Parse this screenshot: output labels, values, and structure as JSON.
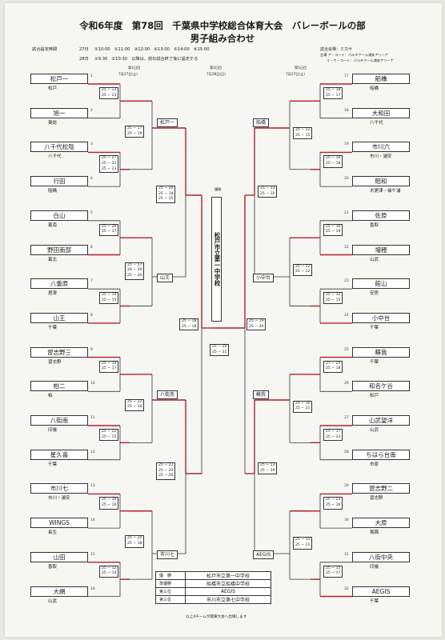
{
  "header": {
    "title": "令和6年度　第78回　千葉県中学校総合体育大会　バレーボールの部",
    "subtitle": "男子組み合わせ",
    "schedule_label": "試合設定時間",
    "day27": "27日",
    "day27_times": "①10:00　②11:00　③12:00　④13:00　⑤14:00　⑥15:00",
    "day28": "28日",
    "day28_times": "①9:30　②10:30　以降は、前の試合終了後に設定する",
    "venue_label": "試合会場：ミカサ",
    "venue_a": "会場 ア・コート：パルテクール浦安アリーナ",
    "venue_b": "イ・ウ・コート：パルテクール浦安アリーナ",
    "day1_left": "第1日目",
    "date1_left": "7月27日(土)",
    "day2": "第2日目",
    "date2": "7月28日(日)",
    "day1_right": "第1日目",
    "date1_right": "7月27日(土)"
  },
  "left_teams": [
    {
      "name": "松戸一",
      "school": "松戸"
    },
    {
      "name": "旭一",
      "school": "東総"
    },
    {
      "name": "八千代松陰",
      "school": "八千代"
    },
    {
      "name": "行田",
      "school": "船橋"
    },
    {
      "name": "白山",
      "school": "葛南"
    },
    {
      "name": "野田南部",
      "school": "葛北"
    },
    {
      "name": "八重原",
      "school": "君津"
    },
    {
      "name": "山王",
      "school": "千葉"
    },
    {
      "name": "習志野三",
      "school": "習志野"
    },
    {
      "name": "柏二",
      "school": "柏"
    },
    {
      "name": "八街南",
      "school": "印旛"
    },
    {
      "name": "星久喜",
      "school": "千葉"
    },
    {
      "name": "市川七",
      "school": "市川・浦安"
    },
    {
      "name": "WINGS",
      "school": "長生"
    },
    {
      "name": "山田",
      "school": "香取"
    },
    {
      "name": "大網",
      "school": "山武"
    }
  ],
  "right_teams": [
    {
      "name": "船橋",
      "school": "船橋"
    },
    {
      "name": "大和田",
      "school": "八千代"
    },
    {
      "name": "市川六",
      "school": "市川・浦安"
    },
    {
      "name": "昭和",
      "school": "木更津・袖ケ浦"
    },
    {
      "name": "佐原",
      "school": "香取"
    },
    {
      "name": "増穂",
      "school": "山武"
    },
    {
      "name": "館山",
      "school": "安房"
    },
    {
      "name": "小中台",
      "school": "千葉"
    },
    {
      "name": "蘇我",
      "school": "千葉"
    },
    {
      "name": "和名ケ谷",
      "school": "松戸"
    },
    {
      "name": "山武望洋",
      "school": "山武"
    },
    {
      "name": "ちはら台南",
      "school": "市原"
    },
    {
      "name": "習志野二",
      "school": "習志野"
    },
    {
      "name": "大原",
      "school": "夷隅"
    },
    {
      "name": "八街中央",
      "school": "印旛"
    },
    {
      "name": "AEGIS",
      "school": "千葉"
    }
  ],
  "left_winners": {
    "r2": [
      "松戸一",
      "山王",
      "八街南",
      "市川七"
    ]
  },
  "right_winners": {
    "r2": [
      "船橋",
      "小中台",
      "蘇我",
      "AEGIS"
    ]
  },
  "scores_left_r1": [
    [
      "25 − 13",
      "25 − 23"
    ],
    [
      "25 − 27",
      "25 − 21",
      "25 − 23"
    ],
    [
      "25 − 20",
      "25 − 17"
    ],
    [
      "25 − 14",
      "25 − 15"
    ],
    [
      "25 − 19",
      "25 − 17"
    ],
    [
      "25 − 22",
      "25 − 15"
    ],
    [
      "25 − 16",
      "25 − 16"
    ],
    [
      "25 − 12",
      "25 − 14"
    ]
  ],
  "scores_left_r2": [
    [
      "25 − 17",
      "25 − 19"
    ],
    [
      "25 − 17",
      "24 − 26",
      "25 − 20"
    ],
    [
      "25 − 22",
      "25 − 16"
    ],
    [
      "25 − 20",
      "25 − 18"
    ]
  ],
  "scores_left_r3": [
    [
      "25 − 20",
      "25 − 18",
      "25 − 15"
    ],
    [
      "25 − 22",
      "25 − 20",
      "25 − 20"
    ]
  ],
  "scores_right_r1": [
    [
      "25 − 18",
      "25 − 17"
    ],
    [
      "25 − 16",
      "25 − 18"
    ],
    [
      "25 − 16",
      "25 − 19"
    ],
    [
      "25 − 12",
      "25 − 15"
    ],
    [
      "27 − 25",
      "25 − 18"
    ],
    [
      "25 − 17",
      "25 − 23"
    ],
    [
      "25 − 23",
      "25 − 16"
    ],
    [
      "25 − 15",
      "25 − 17"
    ]
  ],
  "scores_right_r2": [
    [
      "25 − 21",
      "25 − 15"
    ],
    [
      "25 − 22",
      "25 − 12"
    ],
    [
      "25 − 16",
      "25 − 21"
    ],
    [
      "25 − 15",
      "25 − 21"
    ]
  ],
  "scores_right_r3": [
    [
      "25 − 13",
      "25 − 10"
    ],
    [
      "25 − 13",
      "25 − 19"
    ]
  ],
  "scores_semis": [
    [
      "25 − 18",
      "25 − 18"
    ],
    [
      "25 − 19",
      "25 − 20"
    ]
  ],
  "score_final": [
    "25 − 20",
    "25 − 21"
  ],
  "champion": "松戸市立第一中学校",
  "final_label": "優勝",
  "results": [
    {
      "place": "優　勝",
      "team": "松戸市立第一中学校"
    },
    {
      "place": "準優勝",
      "team": "船橋市立船橋中学校"
    },
    {
      "place": "第三位",
      "team": "AEGIS"
    },
    {
      "place": "第三位",
      "team": "市川市立第七中学校"
    }
  ],
  "results_note": "以上4チームが関東大会へ出場します",
  "colors": {
    "winner_line": "#b3202a",
    "line": "#333333"
  }
}
